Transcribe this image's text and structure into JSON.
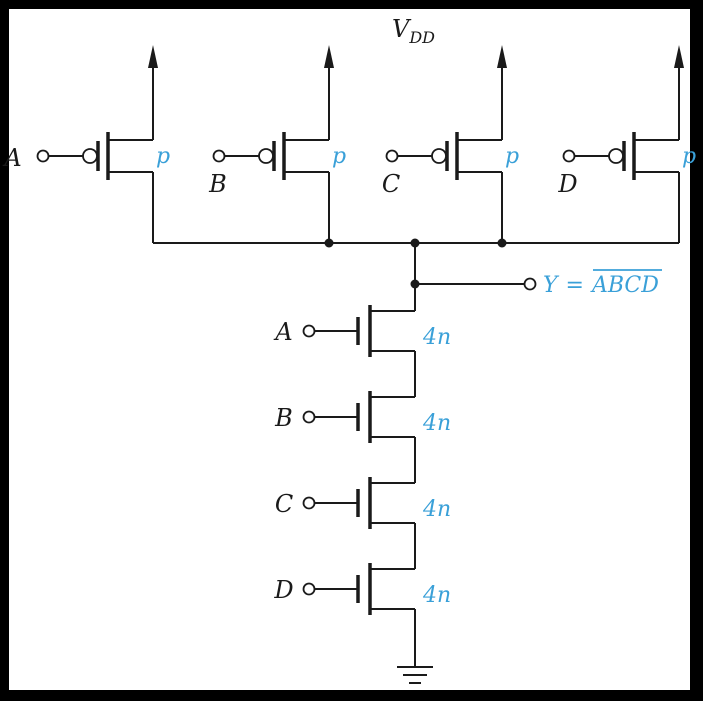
{
  "supply": {
    "main": "V",
    "sub": "DD"
  },
  "pmos": [
    {
      "input": "A",
      "type": "p"
    },
    {
      "input": "B",
      "type": "p"
    },
    {
      "input": "C",
      "type": "p"
    },
    {
      "input": "D",
      "type": "p"
    }
  ],
  "output": {
    "lhs": "Y",
    "eq": "=",
    "expr": "ABCD"
  },
  "nmos": [
    {
      "input": "A",
      "size": "4n"
    },
    {
      "input": "B",
      "size": "4n"
    },
    {
      "input": "C",
      "size": "4n"
    },
    {
      "input": "D",
      "size": "4n"
    }
  ],
  "colors": {
    "label_accent": "#3aa0d8",
    "wire": "#1a1a1a",
    "background": "#ffffff"
  }
}
